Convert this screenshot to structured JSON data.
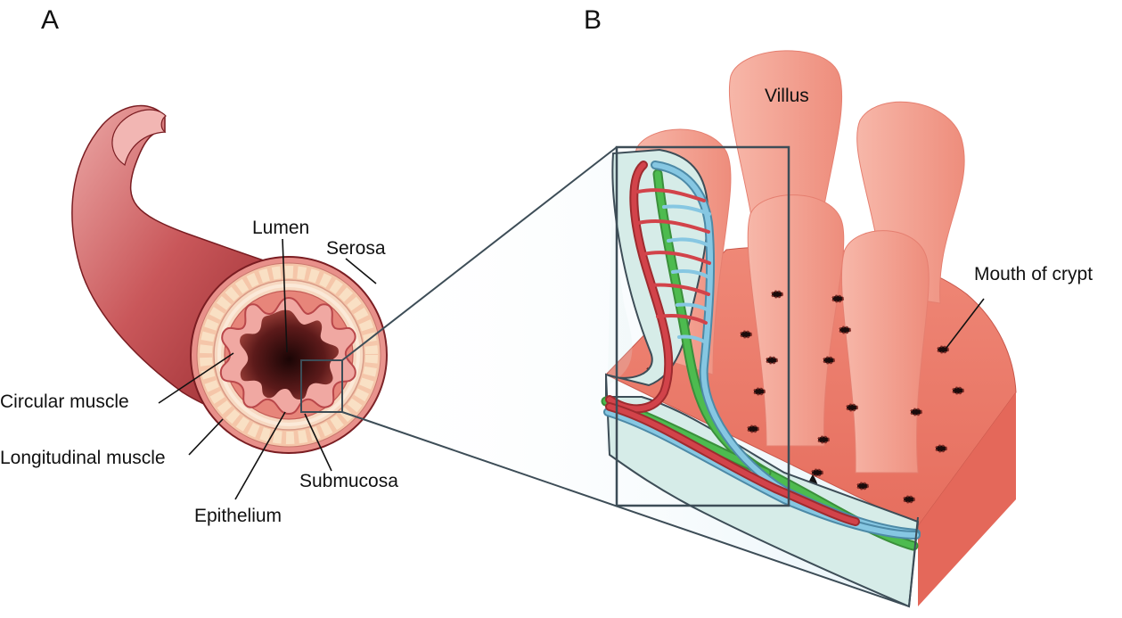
{
  "panels": {
    "a": "A",
    "b": "B"
  },
  "labels": {
    "lumen": "Lumen",
    "serosa": "Serosa",
    "circular_muscle": "Circular muscle",
    "longitudinal_muscle": "Longitudinal muscle",
    "epithelium": "Epithelium",
    "submucosa": "Submucosa",
    "villus": "Villus",
    "mouth_of_crypt": "Mouth of crypt"
  },
  "colors": {
    "tube_dark": "#9e2b2f",
    "tube_light": "#e9a3a3",
    "tissue": "#ef8f7c",
    "villus": "#f4a292",
    "artery": "#d2434a",
    "vein": "#7fc0dc",
    "lacteal": "#4dbb4f",
    "zoom_fill": "#dcefee",
    "frame": "#3d4d57"
  }
}
